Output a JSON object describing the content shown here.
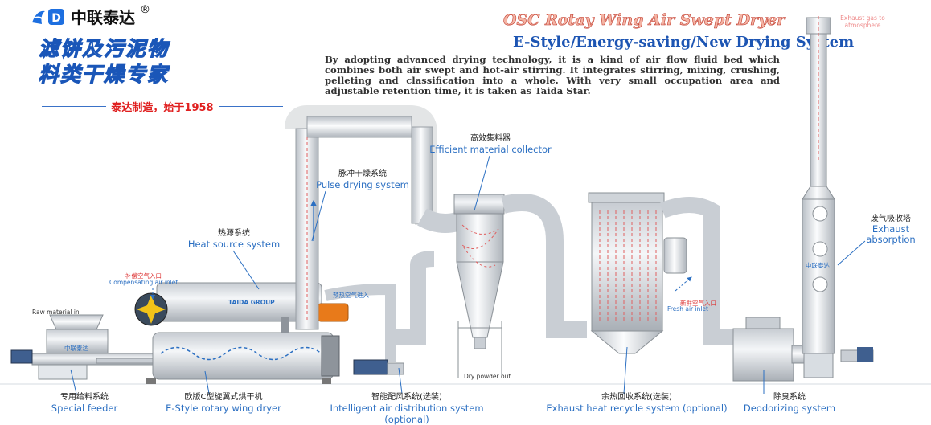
{
  "header": {
    "brand": "中联泰达",
    "registered_mark": "®",
    "slogan_line1": "滤饼及污泥物",
    "slogan_line2": "料类干燥专家",
    "since": "泰达制造，始于1958"
  },
  "titles": {
    "main": "OSC Rotay Wing Air Swept Dryer",
    "sub": "E-Style/Energy-saving/New Drying System",
    "description": "By adopting advanced drying technology, it is a kind of air flow fluid bed which combines both air swept and hot-air stirring. It integrates stirring, mixing, crushing, pelleting and classification into a whole. With very small occupation area and adjustable retention time, it is taken as Taida Star."
  },
  "labels": {
    "collector": {
      "cn": "高效集料器",
      "en": "Efficient material collector"
    },
    "pulse": {
      "cn": "脉冲干燥系统",
      "en": "Pulse drying system"
    },
    "heat": {
      "cn": "热源系统",
      "en": "Heat source system"
    },
    "exhaust_abs": {
      "cn": "废气吸收塔",
      "en": "Exhaust absorption"
    },
    "feeder": {
      "cn": "专用给料系统",
      "en": "Special feeder"
    },
    "dryer": {
      "cn": "欧版C型旋翼式烘干机",
      "en": "E-Style rotary wing dryer"
    },
    "air_dist": {
      "cn": "智能配风系统(选装)",
      "en": "Intelligent air distribution system (optional)"
    },
    "heat_recycle": {
      "cn": "余热回收系统(选装)",
      "en": "Exhaust heat recycle system (optional)"
    },
    "deodor": {
      "cn": "除臭系统",
      "en": "Deodorizing system"
    }
  },
  "small_notes": {
    "exhaust_gas": "Exhaust gas to atmosphere",
    "comp_cn": "补偿空气入口",
    "comp_en": "Compensating air inlet",
    "raw": "Raw material in",
    "preheat_cn": "预热空气进入",
    "fresh_cn": "新鲜空气入口",
    "fresh_en": "Fresh air inlet",
    "dry_out": "Dry powder out",
    "taida_group": "TAIDA GROUP",
    "small_brand": "中联泰达"
  },
  "colors": {
    "accent_blue": "#1d55b3",
    "label_blue": "#2b6fc2",
    "red": "#e02020",
    "burner_orange": "#e87a1a"
  }
}
